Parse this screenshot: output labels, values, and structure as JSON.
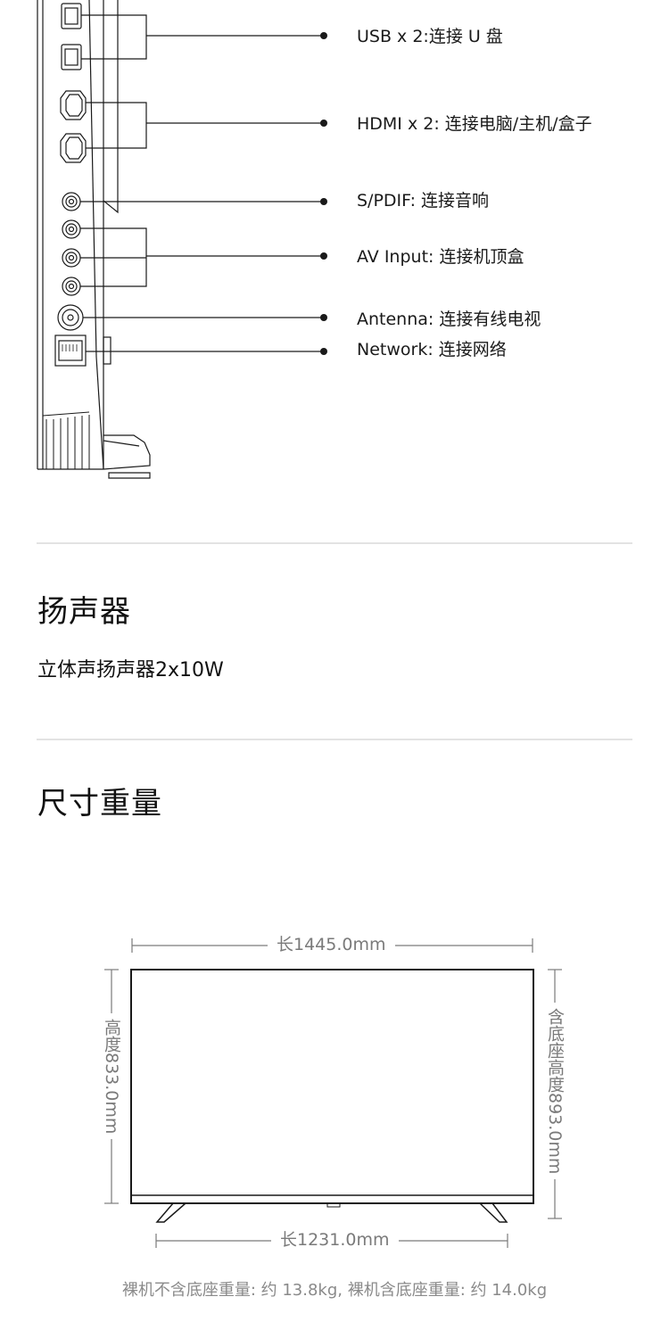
{
  "ports": [
    {
      "label": "USB x 2:连接 U 盘"
    },
    {
      "label": "HDMI x 2: 连接电脑/主机/盒子"
    },
    {
      "label": "S/PDIF: 连接音响"
    },
    {
      "label": "AV Input: 连接机顶盒"
    },
    {
      "label": "Antenna: 连接有线电视"
    },
    {
      "label": "Network: 连接网络"
    }
  ],
  "speaker": {
    "title": "扬声器",
    "description": "立体声扬声器2x10W"
  },
  "dimensions": {
    "title": "尺寸重量",
    "width_label": "长1445.0mm",
    "height_label": "高度833.0mm",
    "height_with_stand_label": "含底座高度893.0mm",
    "stand_width_label": "长1231.0mm",
    "weight_note": "裸机不含底座重量: 约 13.8kg, 裸机含底座重量: 约 14.0kg"
  },
  "colors": {
    "line": "#1a1a1a",
    "muted_text": "#7a7a7a",
    "divider": "#e3e3e3"
  }
}
